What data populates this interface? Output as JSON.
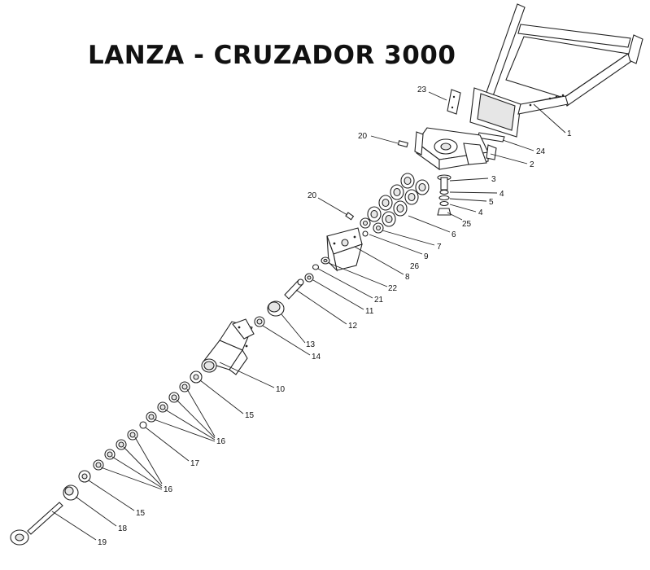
{
  "title": "LANZA - CRUZADOR 3000",
  "callouts": {
    "c1": "1",
    "c2": "2",
    "c3": "3",
    "c4a": "4",
    "c4b": "4",
    "c5": "5",
    "c6": "6",
    "c7": "7",
    "c8": "8",
    "c9": "9",
    "c10": "10",
    "c11": "11",
    "c12": "12",
    "c13": "13",
    "c14": "14",
    "c15a": "15",
    "c15b": "15",
    "c16a": "16",
    "c16b": "16",
    "c17": "17",
    "c18": "18",
    "c19": "19",
    "c20a": "20",
    "c20b": "20",
    "c21": "21",
    "c22": "22",
    "c23": "23",
    "c24": "24",
    "c25": "25",
    "c26": "26"
  }
}
